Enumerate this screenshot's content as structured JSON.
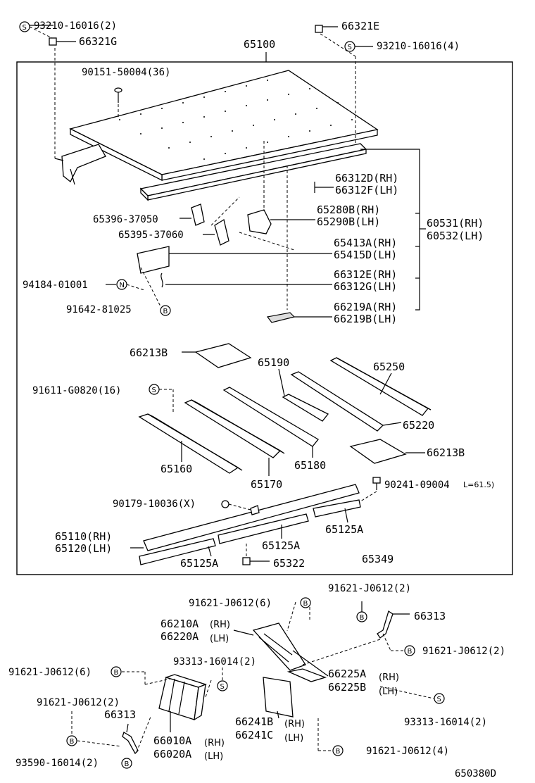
{
  "labels": {
    "l_932_a": "93210-16016(2)",
    "l_66321g": "66321G",
    "l_66321e": "66321E",
    "l_932_b": "93210-16016(4)",
    "l_65100": "65100",
    "l_90151": "90151-50004(36)",
    "l_66312d": "66312D(RH)",
    "l_66312f": "66312F(LH)",
    "l_65396": "65396-37050",
    "l_65280b": "65280B(RH)",
    "l_65290b": "65290B(LH)",
    "l_60531": "60531(RH)",
    "l_60532": "60532(LH)",
    "l_65395": "65395-37060",
    "l_65413a": "65413A(RH)",
    "l_65415d": "65415D(LH)",
    "l_66312e": "66312E(RH)",
    "l_66312g": "66312G(LH)",
    "l_94184": "94184-01001",
    "l_91642": "91642-81025",
    "l_66219a": "66219A(RH)",
    "l_66219b": "66219B(LH)",
    "l_66213b_a": "66213B",
    "l_65190": "65190",
    "l_65250": "65250",
    "l_91611": "91611-G0820(16)",
    "l_65220": "65220",
    "l_66213b_b": "66213B",
    "l_65160": "65160",
    "l_65180": "65180",
    "l_65170": "65170",
    "l_90241": "90241-09004",
    "l_90241_len": "L=61.5)",
    "l_90179": "90179-10036(X)",
    "l_65110": "65110(RH)",
    "l_65120": "65120(LH)",
    "l_65125a_a": "65125A",
    "l_65125a_b": "65125A",
    "l_65125a_c": "65125A",
    "l_65322": "65322",
    "l_65349": "65349",
    "l_91621_a": "91621-J0612(2)",
    "l_91621_b": "91621-J0612(6)",
    "l_66313_a": "66313",
    "l_66210a": "66210A",
    "l_66220a": "66220A",
    "l_rh1": "(RH)",
    "l_lh1": "(LH)",
    "l_91621_c": "91621-J0612(2)",
    "l_93313_a": "93313-16014(2)",
    "l_91621_d": "91621-J0612(6)",
    "l_66225a": "66225A",
    "l_66225b": "66225B",
    "l_rh2": "(RH)",
    "l_lh2": "(LH)",
    "l_91621_e": "91621-J0612(2)",
    "l_66313_b": "66313",
    "l_66241b": "66241B",
    "l_66241c": "66241C",
    "l_rh3": "(RH)",
    "l_lh3": "(LH)",
    "l_93313_b": "93313-16014(2)",
    "l_66010a": "66010A",
    "l_66020a": "66020A",
    "l_rh4": "(RH)",
    "l_lh4": "(LH)",
    "l_93590": "93590-16014(2)",
    "l_91621_f": "91621-J0612(4)",
    "l_ref": "650380D"
  },
  "symbols": {
    "s": "S",
    "n": "N",
    "b": "B"
  }
}
